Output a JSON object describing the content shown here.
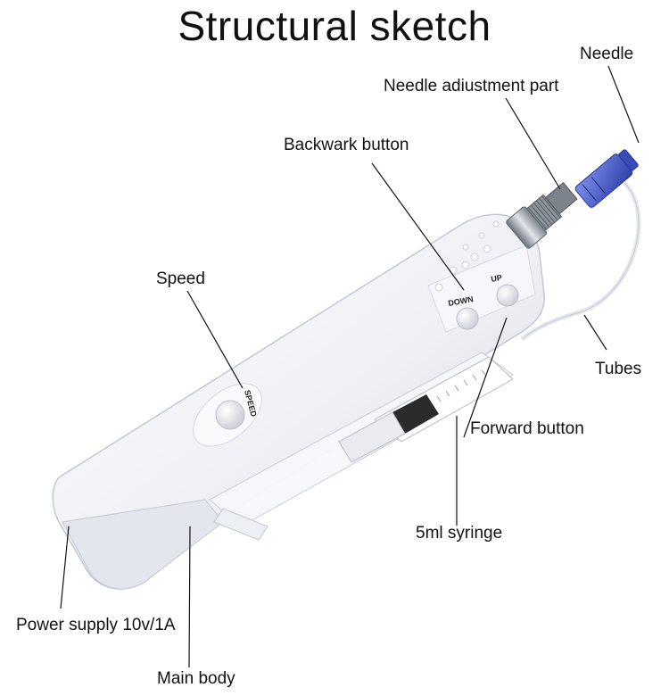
{
  "title": "Structural sketch",
  "labels": {
    "needle": "Needle",
    "needle_adjustment": "Needle adiustment part",
    "backward_button": "Backwark button",
    "speed": "Speed",
    "tubes": "Tubes",
    "forward_button": "Forward button",
    "syringe": "5ml syringe",
    "power_supply": "Power supply 10v/1A",
    "main_body": "Main body"
  },
  "device_text": {
    "speed_button": "SPEED",
    "down_button": "DOWN",
    "up_button": "UP"
  },
  "colors": {
    "body": "#f4f5f8",
    "body_shadow": "#d7dbe3",
    "needle_cartridge": "#4a5cc9",
    "metal": "#9aa0a8",
    "leader_line": "#111111"
  }
}
